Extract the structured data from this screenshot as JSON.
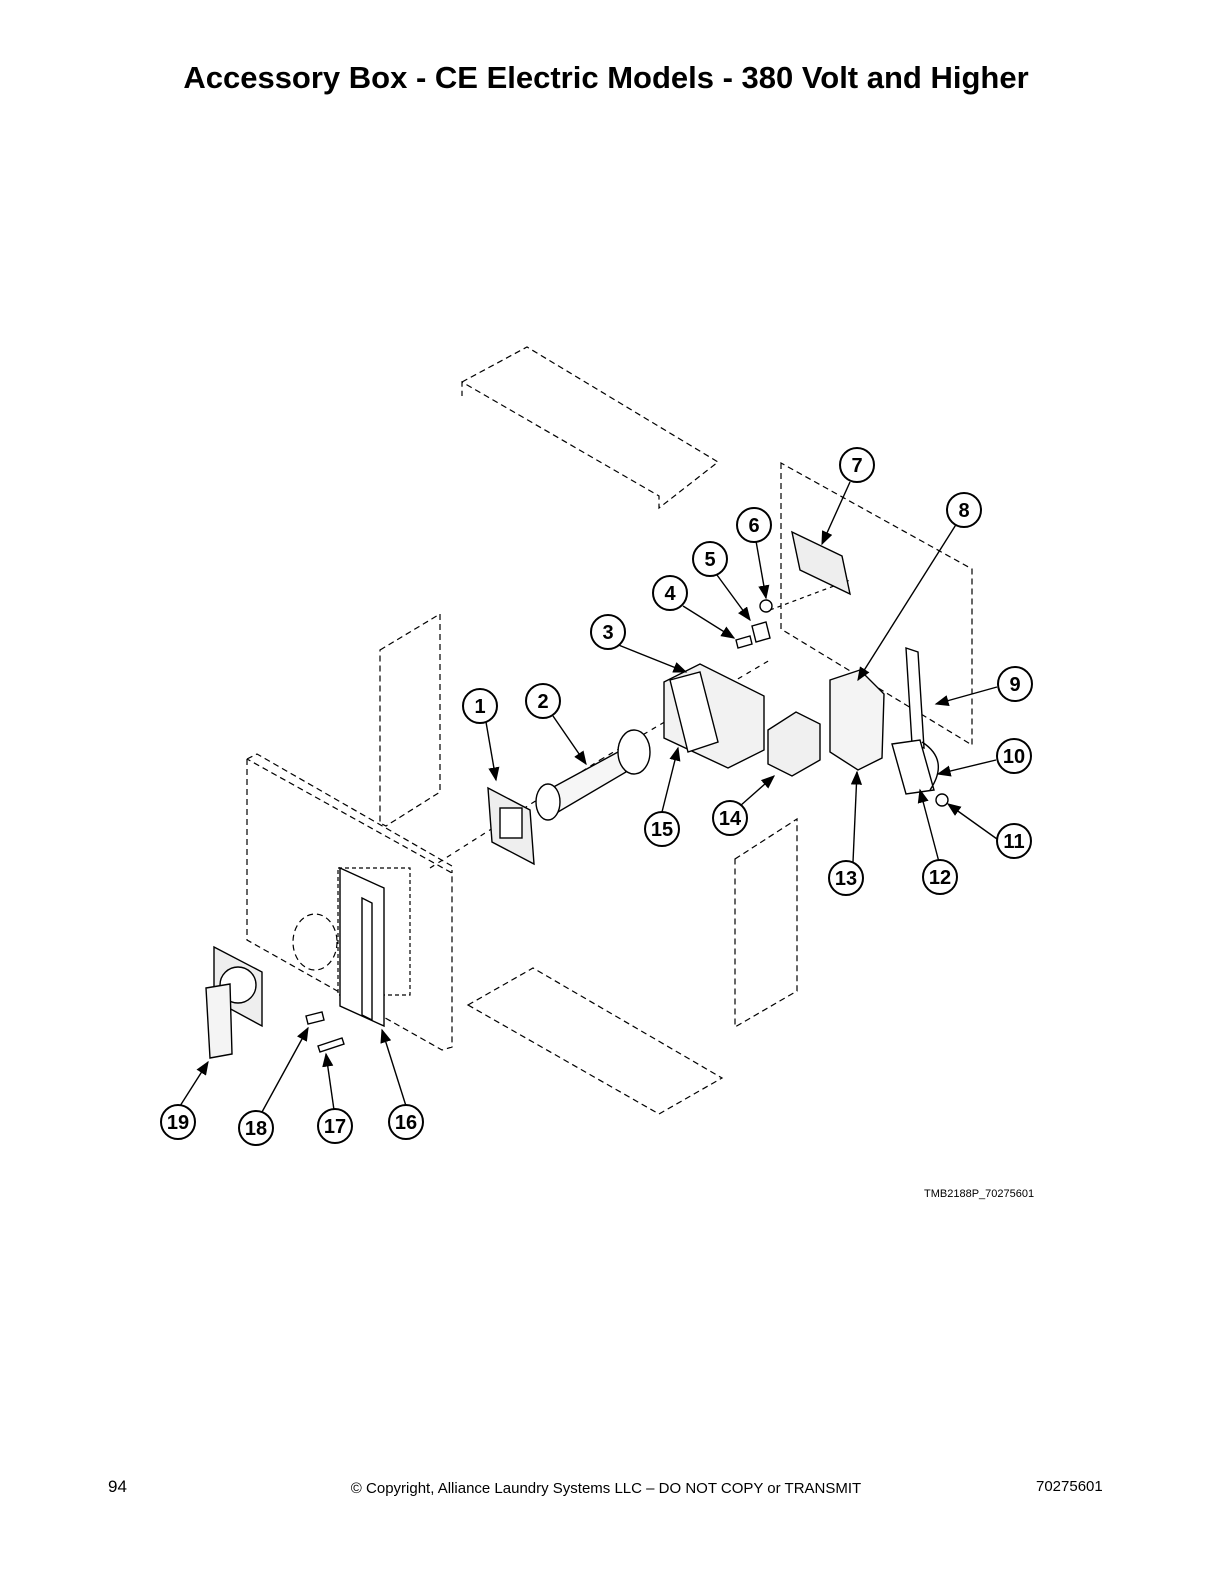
{
  "page": {
    "title": "Accessory Box - CE Electric Models - 380 Volt and Higher",
    "drawing_id": "TMB2188P_70275601",
    "page_number": "94",
    "copyright": "© Copyright, Alliance Laundry Systems LLC – DO NOT COPY or TRANSMIT",
    "doc_number": "70275601"
  },
  "callouts": [
    {
      "label": "1"
    },
    {
      "label": "2"
    },
    {
      "label": "3"
    },
    {
      "label": "4"
    },
    {
      "label": "5"
    },
    {
      "label": "6"
    },
    {
      "label": "7"
    },
    {
      "label": "8"
    },
    {
      "label": "9"
    },
    {
      "label": "10"
    },
    {
      "label": "11"
    },
    {
      "label": "12"
    },
    {
      "label": "13"
    },
    {
      "label": "14"
    },
    {
      "label": "15"
    },
    {
      "label": "16"
    },
    {
      "label": "17"
    },
    {
      "label": "18"
    },
    {
      "label": "19"
    }
  ]
}
